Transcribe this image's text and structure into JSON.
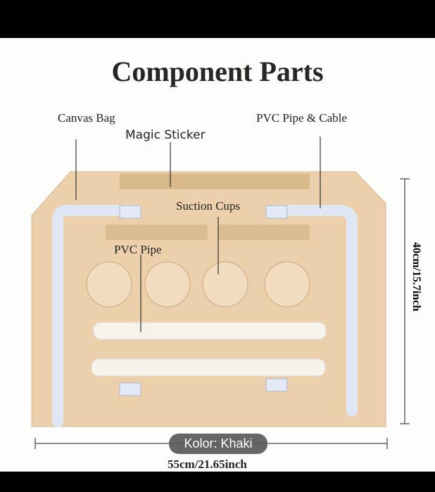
{
  "image": {
    "title": "Component Parts",
    "labels": {
      "canvas_bag": "Canvas Bag",
      "magic_sticker": "Magic Sticker",
      "pvc_pipe_cable": "PVC Pipe & Cable",
      "suction_cups": "Suction Cups",
      "pvc_pipe": "PVC Pipe"
    },
    "height_dimension": "40cm/15.7inch",
    "width_dimension": "55cm/21.65inch"
  },
  "tooltip": {
    "text": "Kolor: Khaki"
  },
  "colors": {
    "khaki": "#e8c9a2",
    "pipe": "#dde6f3"
  }
}
